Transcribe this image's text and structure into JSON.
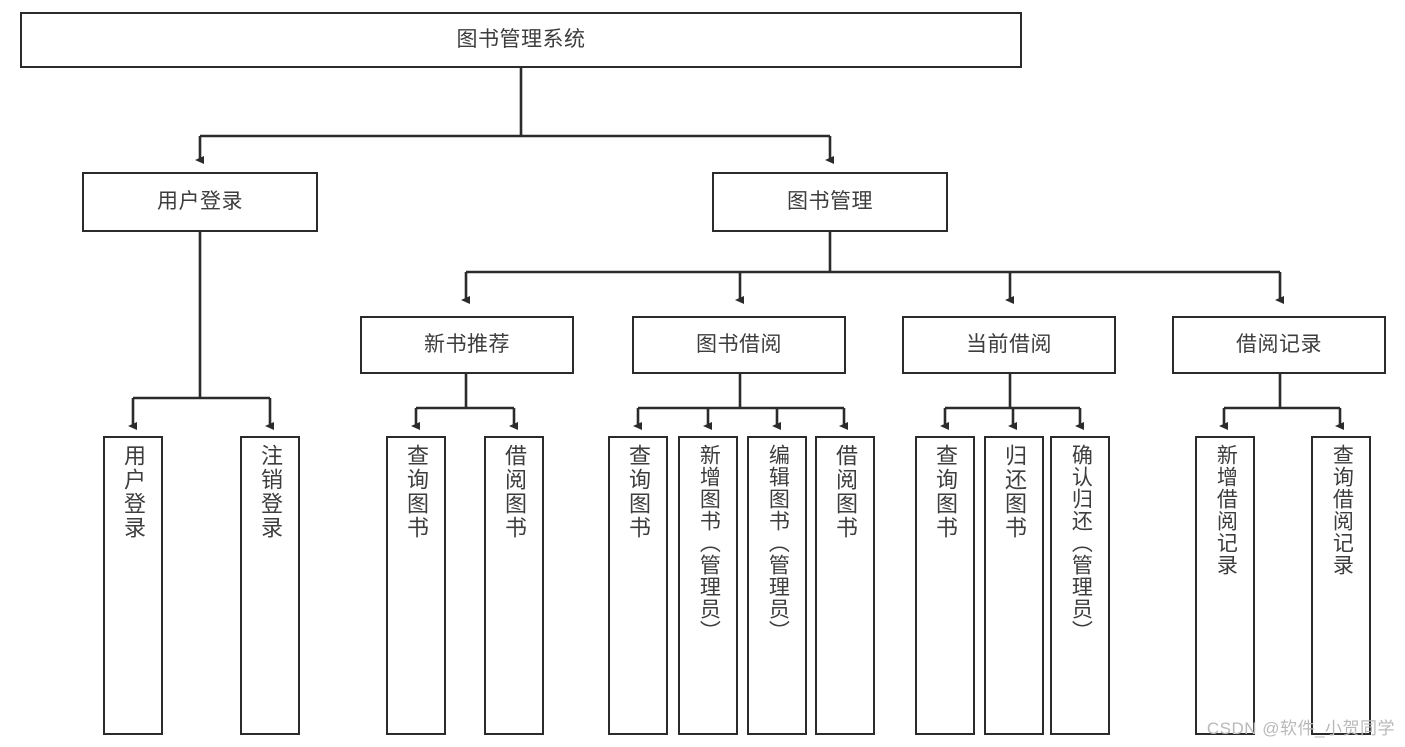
{
  "diagram": {
    "title": "图书管理系统",
    "watermark": "CSDN @软件_小贺同学",
    "root": {
      "label": "图书管理系统"
    },
    "level2": [
      {
        "label": "用户登录"
      },
      {
        "label": "图书管理"
      }
    ],
    "level3": [
      {
        "label": "新书推荐"
      },
      {
        "label": "图书借阅"
      },
      {
        "label": "当前借阅"
      },
      {
        "label": "借阅记录"
      }
    ],
    "leaves": {
      "user_login": [
        {
          "label": "用户登录"
        },
        {
          "label": "注销登录"
        }
      ],
      "new_book_recommend": [
        {
          "label": "查询图书"
        },
        {
          "label": "借阅图书"
        }
      ],
      "book_borrow": [
        {
          "label": "查询图书"
        },
        {
          "label": "新增图书（管理员）"
        },
        {
          "label": "编辑图书（管理员）"
        },
        {
          "label": "借阅图书"
        }
      ],
      "current_borrow": [
        {
          "label": "查询图书"
        },
        {
          "label": "归还图书"
        },
        {
          "label": "确认归还（管理员）"
        }
      ],
      "borrow_record": [
        {
          "label": "新增借阅记录"
        },
        {
          "label": "查询借阅记录"
        }
      ]
    },
    "colors": {
      "stroke": "#2b2b2b",
      "text": "#3d3d3d",
      "background": "#ffffff",
      "watermark": "#b9b9b9"
    }
  }
}
